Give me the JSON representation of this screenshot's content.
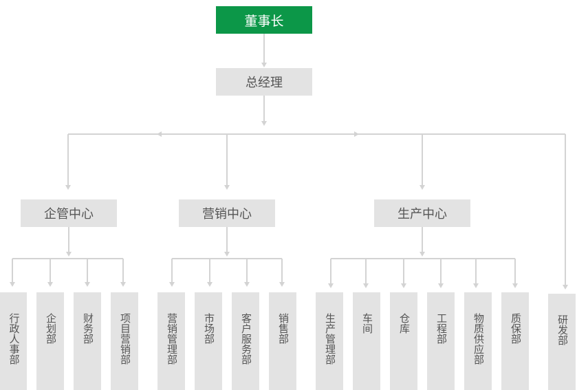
{
  "colors": {
    "root_fill": "#0c9748",
    "node_fill": "#e3e3e3",
    "line": "#d3d3d3",
    "text": "#555555"
  },
  "nodes": {
    "chairman": "董事长",
    "general_manager": "总经理",
    "centers": {
      "admin": "企管中心",
      "marketing": "营销中心",
      "production": "生产中心"
    },
    "departments": {
      "admin": [
        "行政人事部",
        "企划部",
        "财务部",
        "项目营销部"
      ],
      "marketing": [
        "营销管理部",
        "市场部",
        "客户服务部",
        "销售部"
      ],
      "production": [
        "生产管理部",
        "车间",
        "仓库",
        "工程部",
        "物质供应部",
        "质保部"
      ],
      "direct": [
        "研发部"
      ]
    }
  }
}
